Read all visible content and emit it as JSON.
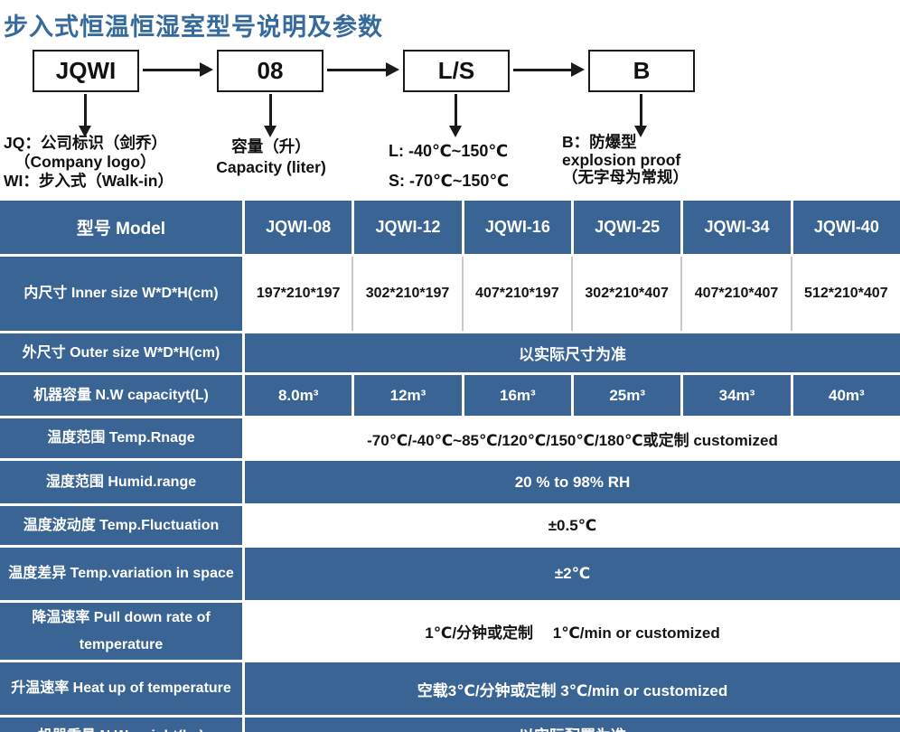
{
  "page_title": "步入式恒温恒湿室型号说明及参数",
  "colors": {
    "table_blue": "#3A6494",
    "title_blue": "#366A9C"
  },
  "diagram": {
    "boxes": [
      {
        "label": "JQWI",
        "desc": [
          "JQ：公司标识（剑乔）",
          "（Company logo）",
          "WI：步入式（Walk-in）"
        ]
      },
      {
        "label": "08",
        "desc": [
          "容量（升）",
          "Capacity (liter)"
        ]
      },
      {
        "label": "L/S",
        "desc": [
          "L: -40℃~150℃",
          "S: -70℃~150℃"
        ]
      },
      {
        "label": "B",
        "desc": [
          "B：防爆型",
          "explosion proof",
          "（无字母为常规）"
        ]
      }
    ]
  },
  "table": {
    "header": {
      "label": "型号 Model",
      "models": [
        "JQWI-08",
        "JQWI-12",
        "JQWI-16",
        "JQWI-25",
        "JQWI-34",
        "JQWI-40"
      ]
    },
    "rows": [
      {
        "label": "内尺寸 Inner size W*D*H(cm)",
        "values": [
          "197*210*197",
          "302*210*197",
          "407*210*197",
          "302*210*407",
          "407*210*407",
          "512*210*407"
        ]
      },
      {
        "label": "外尺寸 Outer size W*D*H(cm)",
        "value": "以实际尺寸为准"
      },
      {
        "label": "机器容量 N.W capacityt(L)",
        "values": [
          "8.0m³",
          "12m³",
          "16m³",
          "25m³",
          "34m³",
          "40m³"
        ]
      },
      {
        "label": "温度范围 Temp.Rnage",
        "value": "-70℃/-40℃~85℃/120℃/150℃/180℃或定制 customized"
      },
      {
        "label": "湿度范围 Humid.range",
        "value": "20 % to 98% RH"
      },
      {
        "label": "温度波动度 Temp.Fluctuation",
        "value": "±0.5℃"
      },
      {
        "label": "温度差异 Temp.variation in space",
        "value": "±2℃"
      },
      {
        "label": "降温速率 Pull down rate of temperature",
        "value": "1℃/分钟或定制　 1℃/min or customized"
      },
      {
        "label": "升温速率 Heat up of temperature",
        "value": "空载3℃/分钟或定制 3℃/min or customized"
      },
      {
        "label": "机器重量 N.W weight(kg)",
        "value": "以实际配置为准"
      }
    ]
  }
}
